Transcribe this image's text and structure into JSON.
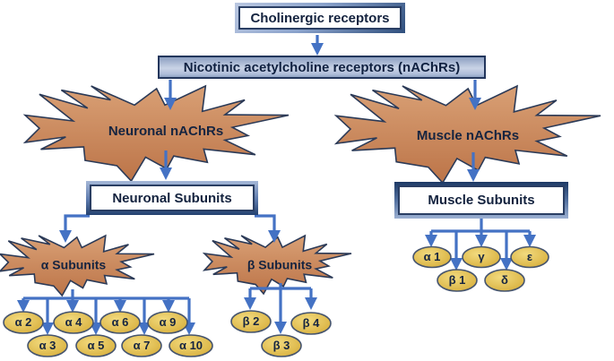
{
  "nodes": {
    "cholinergic": "Cholinergic receptors",
    "nachrs": "Nicotinic acetylcholine receptors (nAChRs)",
    "neuronal": "Neuronal nAChRs",
    "muscle": "Muscle nAChRs",
    "neuronal_subunits": "Neuronal Subunits",
    "muscle_subunits": "Muscle Subunits",
    "alpha_group": "α Subunits",
    "beta_group": "β Subunits"
  },
  "alpha": {
    "top": [
      "α 2",
      "α 4",
      "α 6",
      "α 9"
    ],
    "bottom": [
      "α 3",
      "α 5",
      "α 7",
      "α 10"
    ]
  },
  "beta": {
    "top": [
      "β 2",
      "β 4"
    ],
    "bottom": [
      "β 3"
    ]
  },
  "muscle_nodes": {
    "top": [
      "α 1",
      "γ",
      "ε"
    ],
    "bottom": [
      "β 1",
      "δ"
    ]
  },
  "colors": {
    "arrow_blue": "#4472C4",
    "burst_copper_top": "#D9A075",
    "burst_copper_bottom": "#BC7448",
    "node_gold": "#DDB84A",
    "frame_navy": "#24416F",
    "text_navy": "#152440"
  }
}
